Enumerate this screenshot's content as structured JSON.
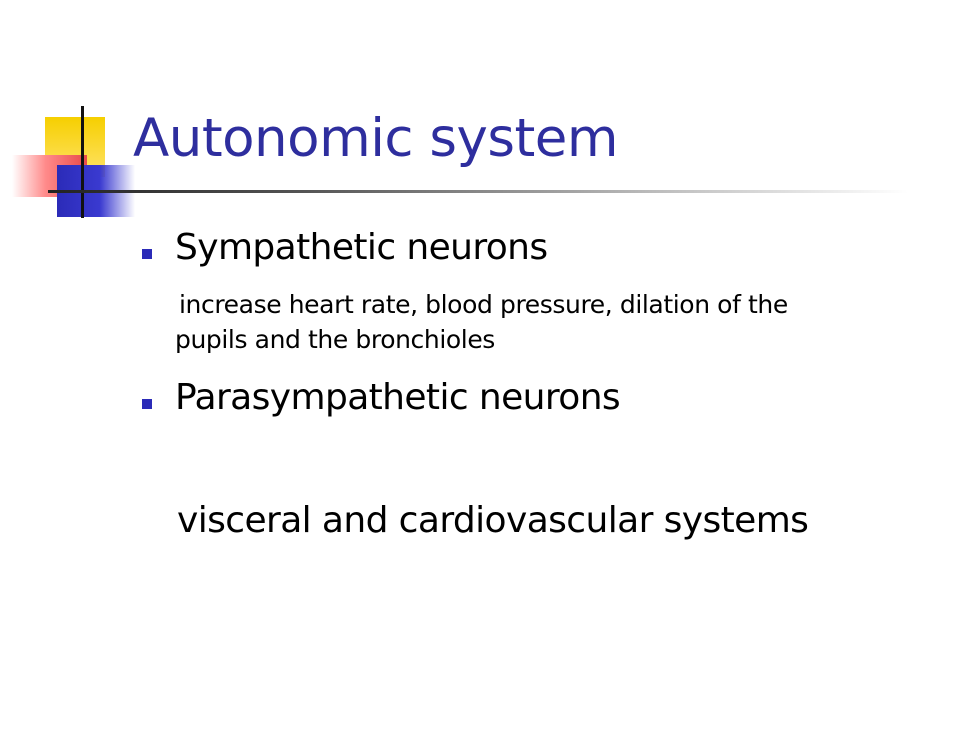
{
  "slide": {
    "title": "Autonomic system",
    "bullets": [
      {
        "heading": "Sympathetic neurons",
        "detail_line1": "increase heart rate, blood pressure, dilation of the",
        "detail_line2": "pupils and the bronchioles"
      },
      {
        "heading": "Parasympathetic neurons"
      }
    ],
    "note": "visceral and cardiovascular systems"
  },
  "colors": {
    "title": "#2e2e9e",
    "bullet": "#2b2bb8",
    "ornament_yellow": "#f6cf00",
    "ornament_red": "#e84a4a",
    "ornament_blue": "#2b2bb8"
  }
}
